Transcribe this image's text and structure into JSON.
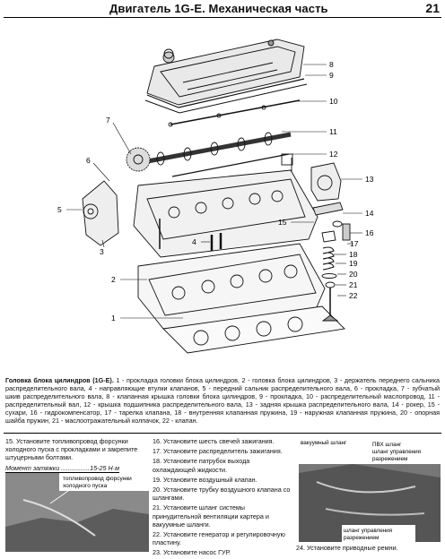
{
  "header": {
    "title": "Двигатель 1G-E. Механическая часть",
    "page_number": "21"
  },
  "callouts": [
    "1",
    "2",
    "3",
    "4",
    "5",
    "6",
    "7",
    "8",
    "9",
    "10",
    "11",
    "12",
    "13",
    "14",
    "15",
    "16",
    "17",
    "18",
    "19",
    "20",
    "21",
    "22"
  ],
  "caption": {
    "lead": "Головка блока цилиндров (1G-E).",
    "text": " 1 - прокладка головки блока цилиндров, 2 - головка блока цилиндров, 3 - держатель переднего сальника распределительного вала, 4 - направляющие втулки клапанов, 5 - передний сальник распределительного вала, 6 - прокладка, 7 - зубчатый шкив распределительного вала, 8 - клапанная крышка головки блока цилиндров, 9 - прокладка, 10 - распределительный маслопровод, 11 - распределительный вал, 12 - крышка подшипника распределительного вала, 13 - задняя крышка распределительного вала, 14 - рокер, 15 - сухари, 16 - гидрокомпенсатор, 17 - тарелка клапана, 18 - внутренняя клапанная пружина, 19 - наружная клапанная пружина, 20 - опорная шайба пружин, 21 - маслоотражательный колпачок, 22 - клапан."
  },
  "steps": {
    "s15": "15. Установите топливопровод форсунки холодного пуска с прокладками и закрепите штуцерными болтами.",
    "torque": "Момент затяжки ................15-25 Н·м",
    "s16": "16. Установите шесть свечей зажигания.",
    "s17": "17. Установите распределитель зажигания.",
    "s18": "18. Установите патрубок выхода охлаждающей жидкости.",
    "s19": "19. Установите воздушный клапан.",
    "s20": "20. Установите трубку воздушного клапана со шлангами.",
    "s21": "21. Установите шланг системы принудительной вентиляции картера и вакуумные шланги.",
    "s22": "22. Установите генератор и регулировочную пластину.",
    "s23": "23. Установите насос ГУР.",
    "s24": "24. Установите приводные ремни."
  },
  "photo1": {
    "label1": "топливопровод форсунки",
    "label2": "холодного пуска"
  },
  "photo2": {
    "label1": "вакуумный шланг",
    "label2": "ПВХ шланг",
    "label3": "шланг управления",
    "label4": "разрежением",
    "label5": "шланг управления",
    "label6": "разрежением"
  }
}
